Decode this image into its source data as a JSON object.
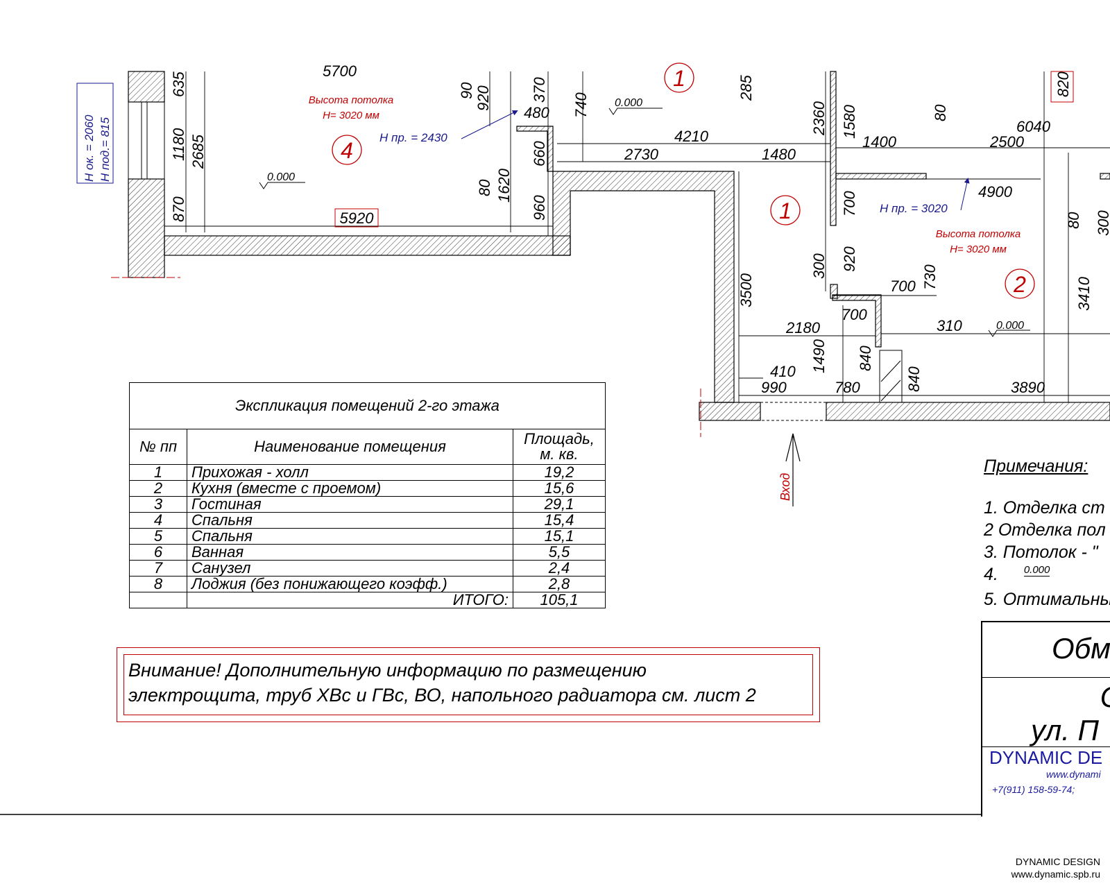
{
  "plan": {
    "window_note": {
      "h_ok": "H ок. = 2060",
      "h_pod": "H под.= 815"
    },
    "ceiling_left": {
      "line1": "Высота потолка",
      "line2": "H= 3020 мм"
    },
    "ceiling_right": {
      "line1": "Высота потолка",
      "line2": "H= 3020 мм"
    },
    "opening_left": "H пр. = 2430",
    "opening_right": "H пр. = 3020",
    "level_mark": "0.000",
    "room_numbers": [
      "4",
      "1",
      "2",
      "1"
    ],
    "framed_dims": [
      "5920",
      "820"
    ],
    "dims": {
      "d5700": "5700",
      "d635": "635",
      "d1180": "1180",
      "d2685": "2685",
      "d870": "870",
      "d90": "90",
      "d920a": "920",
      "d370": "370",
      "d740": "740",
      "d480": "480",
      "d660": "660",
      "d80a": "80",
      "d1620": "1620",
      "d960": "960",
      "d4210": "4210",
      "d2730": "2730",
      "d1480": "1480",
      "d285": "285",
      "d2360": "2360",
      "d1580": "1580",
      "d80b": "80",
      "d6040": "6040",
      "d1400": "1400",
      "d2500": "2500",
      "d4900": "4900",
      "d700a": "700",
      "d300a": "300",
      "d920b": "920",
      "d700b": "700",
      "d730": "730",
      "d700c": "700",
      "d3500": "3500",
      "d2180": "2180",
      "d310": "310",
      "d1490": "1490",
      "d840a": "840",
      "d410": "410",
      "d990": "990",
      "d780": "780",
      "d840b": "840",
      "d3890": "3890",
      "d3410": "3410",
      "d80c": "80",
      "d300b": "300"
    },
    "entrance_label": "Вход"
  },
  "explication": {
    "title": "Экспликация помещений 2-го этажа",
    "col_num": "№ пп",
    "col_name": "Наименование помещения",
    "col_area": "Площадь, м. кв.",
    "rows": [
      {
        "num": "1",
        "name": "Прихожая - холл",
        "area": "19,2"
      },
      {
        "num": "2",
        "name": "Кухня (вместе с проемом)",
        "area": "15,6"
      },
      {
        "num": "3",
        "name": "Гостиная",
        "area": "29,1"
      },
      {
        "num": "4",
        "name": "Спальня",
        "area": "15,4"
      },
      {
        "num": "5",
        "name": "Спальня",
        "area": "15,1"
      },
      {
        "num": "6",
        "name": "Ванная",
        "area": "5,5"
      },
      {
        "num": "7",
        "name": "Санузел",
        "area": "2,4"
      },
      {
        "num": "8",
        "name": "Лоджия (без понижающего коэфф.)",
        "area": "2,8"
      }
    ],
    "total_label": "ИТОГО:",
    "total_value": "105,1"
  },
  "warning": {
    "line1": "Внимание! Дополнительную информацию по размещению",
    "line2": "электрощита, труб ХВс и ГВс, ВО, напольного радиатора см. лист 2"
  },
  "notes": {
    "title": "Примечания:",
    "items": [
      "1. Отделка ст",
      "2 Отделка пол",
      "3. Потолок - \"",
      "4.",
      "5. Оптимальны"
    ],
    "item4_mark": "0.000"
  },
  "stamp": {
    "row1": "Обм",
    "row2a": "С",
    "row2b": "ул. П",
    "company": "DYNAMIC DE",
    "site": "www.dynami",
    "phone": "+7(911) 158-59-74;"
  },
  "footer": {
    "line1": "DYNAMIC DESIGN",
    "line2": "www.dynamic.spb.ru"
  }
}
